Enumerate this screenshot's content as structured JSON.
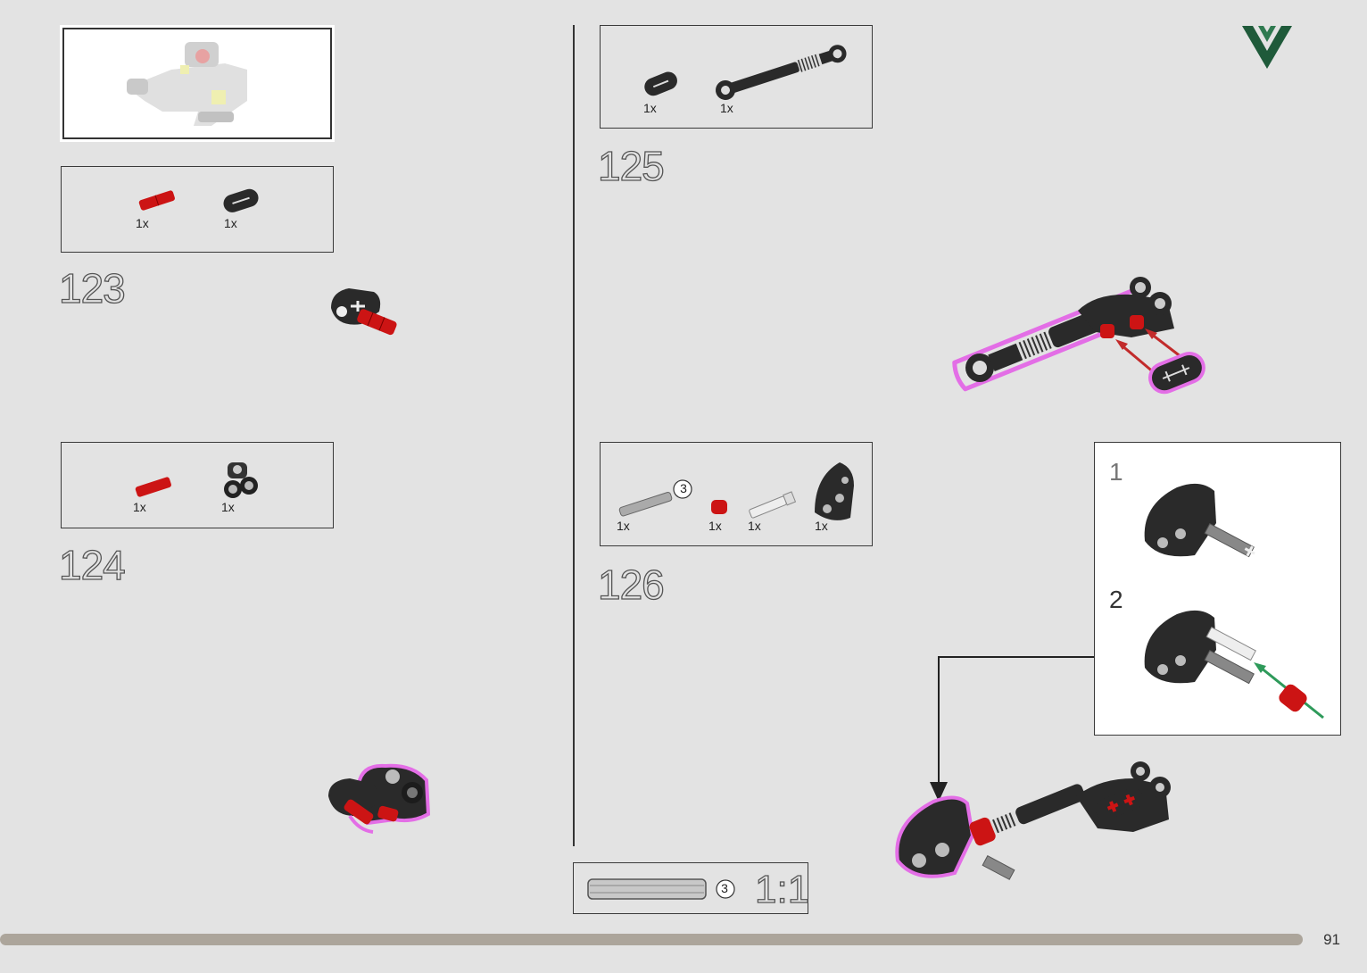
{
  "page_number": "91",
  "colors": {
    "background": "#e3e3e3",
    "progress_bar": "#aca59b",
    "highlight": "#e36ee6",
    "part_red": "#cc1414",
    "part_black": "#2a2a2a",
    "arrow_red": "#c22b2b",
    "arrow_green": "#2e9a5a",
    "logo_green": "#1f5a3a"
  },
  "icons": [
    "brand-logo-icon"
  ],
  "parts_lists": {
    "step_123": [
      {
        "qty": "1x"
      },
      {
        "qty": "1x"
      }
    ],
    "step_124": [
      {
        "qty": "1x"
      },
      {
        "qty": "1x"
      }
    ],
    "step_125": [
      {
        "qty": "1x"
      },
      {
        "qty": "1x"
      }
    ],
    "step_126": [
      {
        "qty": "1x",
        "length_badge": "3"
      },
      {
        "qty": "1x"
      },
      {
        "qty": "1x"
      },
      {
        "qty": "1x"
      }
    ]
  },
  "steps": {
    "s123": "123",
    "s124": "124",
    "s125": "125",
    "s126": "126"
  },
  "substeps": {
    "one": "1",
    "two": "2"
  },
  "scale_gauge": {
    "badge": "3",
    "ratio": "1:1"
  }
}
